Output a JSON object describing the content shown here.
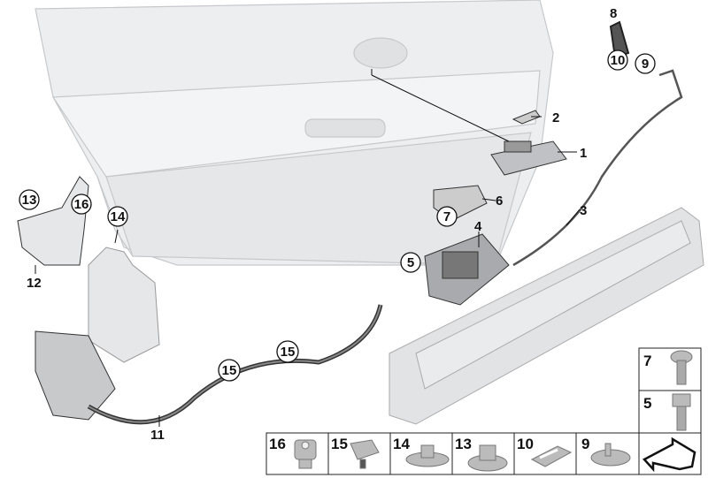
{
  "callouts": {
    "c1": "1",
    "c2": "2",
    "c3": "3",
    "c4": "4",
    "c5": "5",
    "c6": "6",
    "c7": "7",
    "c8": "8",
    "c9": "9",
    "c10": "10",
    "c11": "11",
    "c12": "12",
    "c13": "13",
    "c14": "14",
    "c15a": "15",
    "c15b": "15",
    "c16": "16"
  },
  "side_legend": [
    {
      "num": "7",
      "part": "screw-torx"
    },
    {
      "num": "5",
      "part": "hex-bolt"
    }
  ],
  "bottom_legend": [
    {
      "num": "16",
      "part": "hex-nut-collar"
    },
    {
      "num": "15",
      "part": "cable-clip"
    },
    {
      "num": "14",
      "part": "flange-screw"
    },
    {
      "num": "13",
      "part": "washer-nut"
    },
    {
      "num": "10",
      "part": "clip-plate"
    },
    {
      "num": "9",
      "part": "grommet-clip"
    }
  ],
  "colors": {
    "part": "#d9dadc",
    "line": "#222222",
    "tailgate": "#e8e9eb"
  }
}
